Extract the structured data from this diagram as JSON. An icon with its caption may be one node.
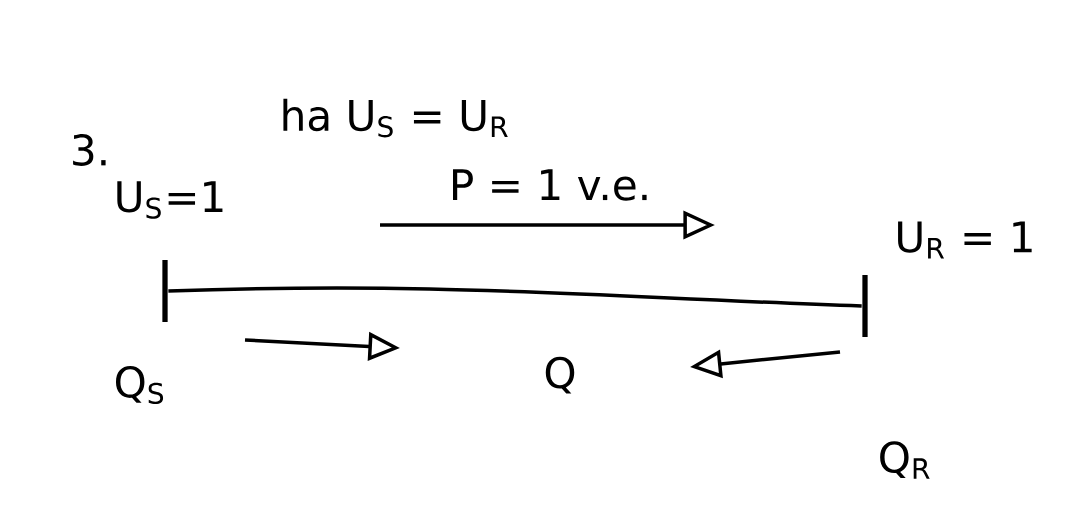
{
  "diagram": {
    "nodes": [
      {
        "text": [],
        "shape": "bar"
      },
      {
        "text": [],
        "shape": "bar"
      }
    ],
    "edges": [
      {
        "from": 0,
        "to": 1,
        "arrow": "none"
      }
    ],
    "labels": [
      "3.",
      "ha U$_{S}$ = U$_{R}$",
      "U$_{S}$=1",
      "P = 1 v.e.",
      "U$_{R}$ = 1",
      "Q$_{S}$",
      "Q",
      "Q$_{R}$"
    ]
  }
}
